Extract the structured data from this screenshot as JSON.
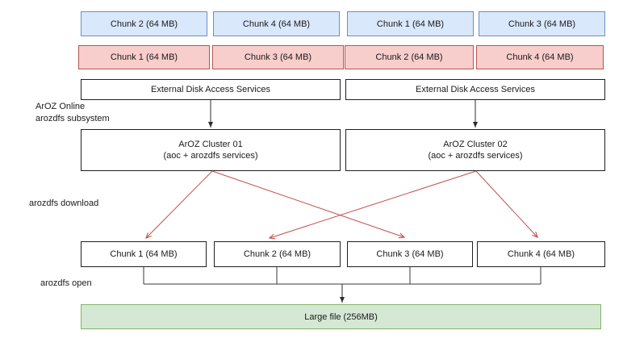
{
  "colors": {
    "blue_fill": "#dae8fc",
    "blue_border": "#6c8ebf",
    "red_fill": "#f8cecc",
    "red_border": "#b85450",
    "green_fill": "#d5e8d4",
    "green_border": "#82b366",
    "arrow_red": "#c0504d"
  },
  "side_labels": {
    "subsystem_line1": "ArOZ Online",
    "subsystem_line2": "arozdfs subsystem",
    "download": "arozdfs download",
    "open": "arozdfs open"
  },
  "source_chunks": {
    "blue_row": [
      "Chunk 2 (64 MB)",
      "Chunk 4 (64 MB)",
      "Chunk 1 (64 MB)",
      "Chunk 3 (64 MB)"
    ],
    "red_row": [
      "Chunk 1 (64 MB)",
      "Chunk 3 (64 MB)",
      "Chunk 2 (64 MB)",
      "Chunk 4 (64 MB)"
    ]
  },
  "external_services": {
    "left": "External Disk Access Services",
    "right": "External Disk Access Services"
  },
  "clusters": {
    "left": {
      "title": "ArOZ Cluster 01",
      "subtitle": "(aoc + arozdfs services)"
    },
    "right": {
      "title": "ArOZ Cluster 02",
      "subtitle": "(aoc + arozdfs services)"
    }
  },
  "downloaded_chunks": [
    "Chunk 1 (64 MB)",
    "Chunk 2 (64 MB)",
    "Chunk 3 (64 MB)",
    "Chunk 4 (64 MB)"
  ],
  "large_file": {
    "label": "Large file (256MB)"
  }
}
